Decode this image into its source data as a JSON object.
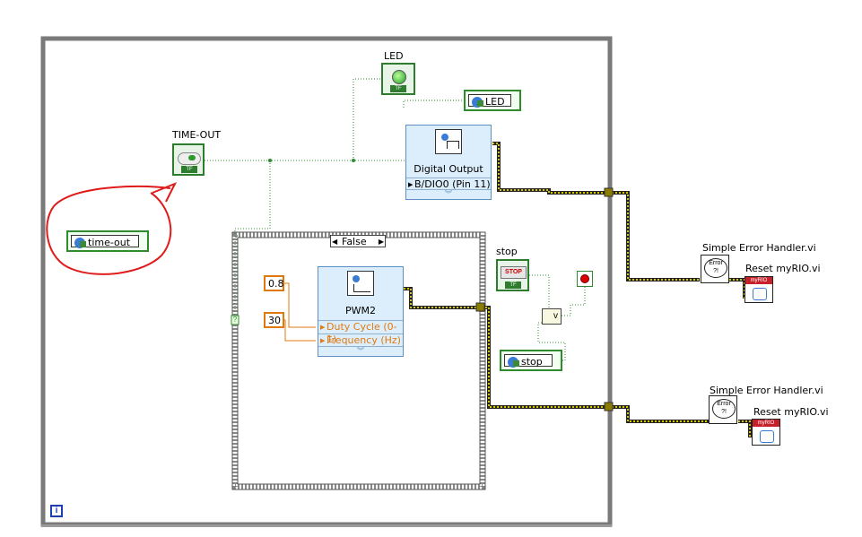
{
  "labels": {
    "led": "LED",
    "timeout": "TIME-OUT",
    "stop": "stop",
    "error_handler_1": "Simple Error Handler.vi",
    "reset_1": "Reset myRIO.vi",
    "error_handler_2": "Simple Error Handler.vi",
    "reset_2": "Reset myRIO.vi"
  },
  "digital_output": {
    "title": "Digital Output",
    "channel": "B/DIO0 (Pin 11)"
  },
  "pwm": {
    "title": "PWM2",
    "duty_label": "Duty Cycle (0-1)",
    "freq_label": "Frequency (Hz)"
  },
  "case_structure": {
    "selector": "False"
  },
  "constants": {
    "duty": "0.8",
    "frequency": "30"
  },
  "local_variables": {
    "led": "LED",
    "timeout": "time-out",
    "stop": "stop"
  },
  "terminal_text": {
    "tf": "TF",
    "or_op": "v",
    "stop_text": "STOP",
    "error_icon": "Error",
    "error_icon2": "?!",
    "myrio": "myRIO",
    "info_icon": "i",
    "case_q": "?",
    "arrow_left": "◀",
    "arrow_right": "▶"
  },
  "colors": {
    "frame": "#7a7a7a",
    "bool_wire": "#2e8b2e",
    "error_wire": "#b3a600",
    "annotation": "#e01b1b",
    "numeric": "#e07a10"
  }
}
